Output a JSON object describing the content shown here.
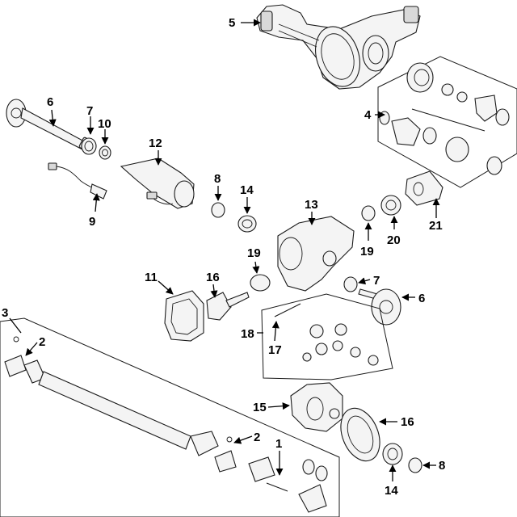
{
  "callouts": {
    "c1": "1",
    "c2a": "2",
    "c2b": "2",
    "c3": "3",
    "c4": "4",
    "c5": "5",
    "c6a": "6",
    "c6b": "6",
    "c7a": "7",
    "c7b": "7",
    "c8a": "8",
    "c8b": "8",
    "c9": "9",
    "c10": "10",
    "c11": "11",
    "c12": "12",
    "c13": "13",
    "c14a": "14",
    "c14b": "14",
    "c15": "15",
    "c16a": "16",
    "c16b": "16",
    "c17": "17",
    "c18": "18",
    "c19a": "19",
    "c19b": "19",
    "c20": "20",
    "c21": "21"
  }
}
